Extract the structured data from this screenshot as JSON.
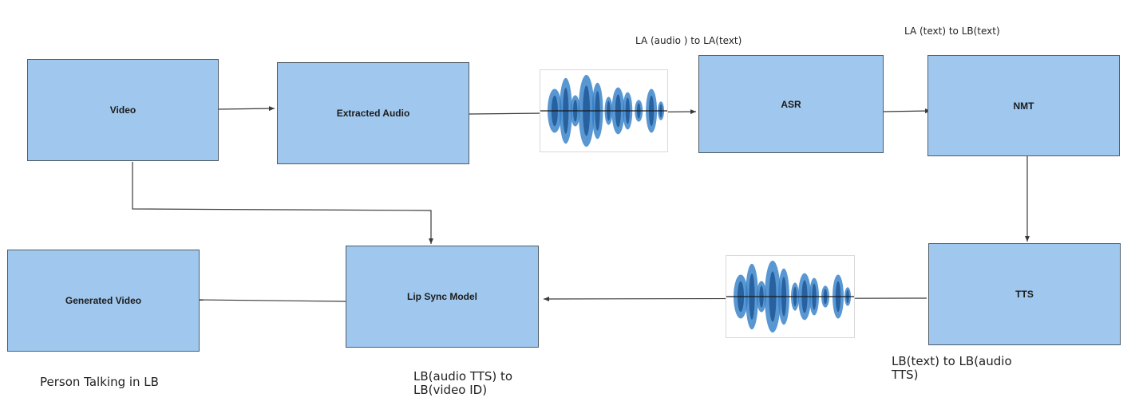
{
  "nodes": {
    "video": "Video",
    "extracted_audio": "Extracted Audio",
    "asr": "ASR",
    "nmt": "NMT",
    "tts": "TTS",
    "lip_sync": "Lip Sync Model",
    "generated_video": "Generated Video"
  },
  "notes": {
    "asr": "LA (audio ) to LA(text)",
    "nmt": "LA (text) to LB(text)",
    "tts": "LB(text) to LB(audio\nTTS)",
    "lip_sync": "LB(audio TTS) to\nLB(video ID)",
    "generated": "Person Talking in LB"
  },
  "colors": {
    "node_fill": "#a0c8ee",
    "node_border": "#4f5b66",
    "edge": "#3a3a3a",
    "waveform": "#2f7dc8"
  },
  "icons": {
    "waveform": "audio-waveform-icon"
  }
}
